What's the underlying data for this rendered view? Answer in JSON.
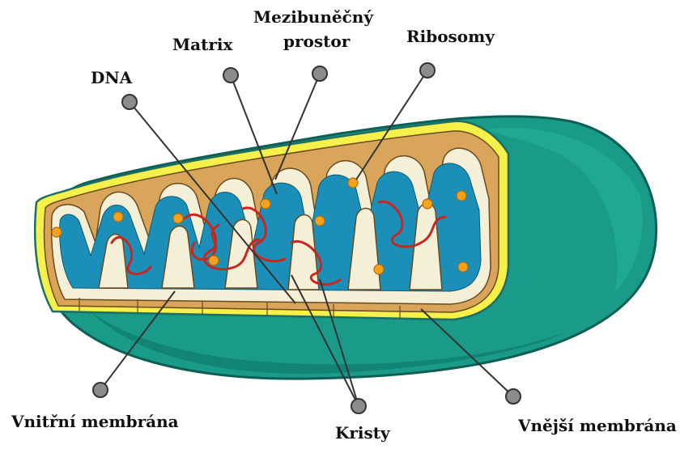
{
  "labels": {
    "dna": "DNA",
    "matrix": "Matrix",
    "intermembrane_line1": "Mezibuněčný",
    "intermembrane_line2": "prostor",
    "ribosomes": "Ribosomy",
    "inner_membrane": "Vnitřní membrána",
    "cristae": "Kristy",
    "outer_membrane": "Vnější membrána"
  },
  "colors": {
    "outer_membrane": "#1a9a88",
    "outer_membrane_dark": "#0d6b60",
    "yellow_membrane": "#f6f04a",
    "intermembrane_space": "#d9a55a",
    "inner_membrane": "#f4efd7",
    "matrix": "#1b8fb8",
    "dna": "#c8261e",
    "ribosome": "#f6a21d",
    "pointer": "#333333",
    "pointer_knob": "#8c8c8c"
  }
}
